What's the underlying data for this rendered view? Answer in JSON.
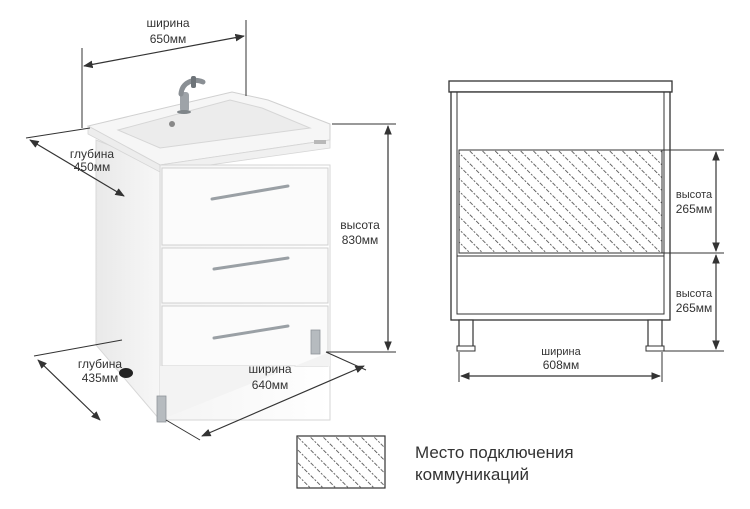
{
  "colors": {
    "line": "#333333",
    "text": "#333333",
    "hatch": "#444444"
  },
  "dimensions": {
    "sink_width": {
      "label": "ширина",
      "value": "650мм"
    },
    "sink_depth": {
      "label": "глубина",
      "value": "450мм"
    },
    "height": {
      "label": "высота",
      "value": "830мм"
    },
    "base_depth": {
      "label": "глубина",
      "value": "435мм"
    },
    "base_width": {
      "label": "ширина",
      "value": "640мм"
    },
    "zone_upper": {
      "label": "высота",
      "value": "265мм"
    },
    "zone_lower": {
      "label": "высота",
      "value": "265мм"
    },
    "inner_width": {
      "label": "ширина",
      "value": "608мм"
    }
  },
  "legend": {
    "line1": "Место подключения",
    "line2": "коммуникаций"
  }
}
